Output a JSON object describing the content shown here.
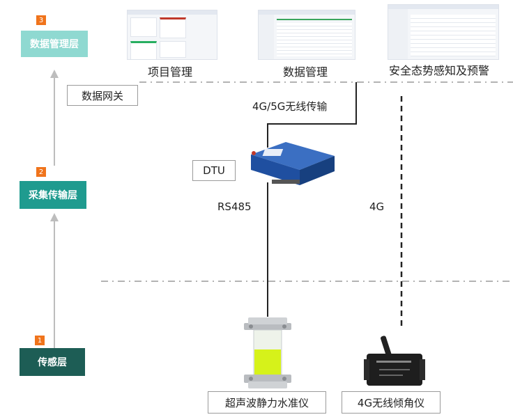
{
  "layers": [
    {
      "number": "3",
      "label": "数据管理层",
      "color": "#8fd9d1"
    },
    {
      "number": "2",
      "label": "采集传输层",
      "color": "#1f9b8f"
    },
    {
      "number": "1",
      "label": "传感层",
      "color": "#1d5d55"
    }
  ],
  "platforms": {
    "project": "项目管理",
    "data": "数据管理",
    "safety": "安全态势感知及预警"
  },
  "gateway_label": "数据网关",
  "wireless_label": "4G/5G无线传输",
  "dtu_label": "DTU",
  "rs485_label": "RS485",
  "fourg_label": "4G",
  "devices": {
    "level_gauge": "超声波静力水准仪",
    "inclinometer": "4G无线倾角仪"
  },
  "colors": {
    "accent": "#f0741c",
    "line": "#222222",
    "arrow": "#bdbdbd",
    "dtu_blue": "#1f4fa0",
    "liquid": "#d6f21a"
  }
}
